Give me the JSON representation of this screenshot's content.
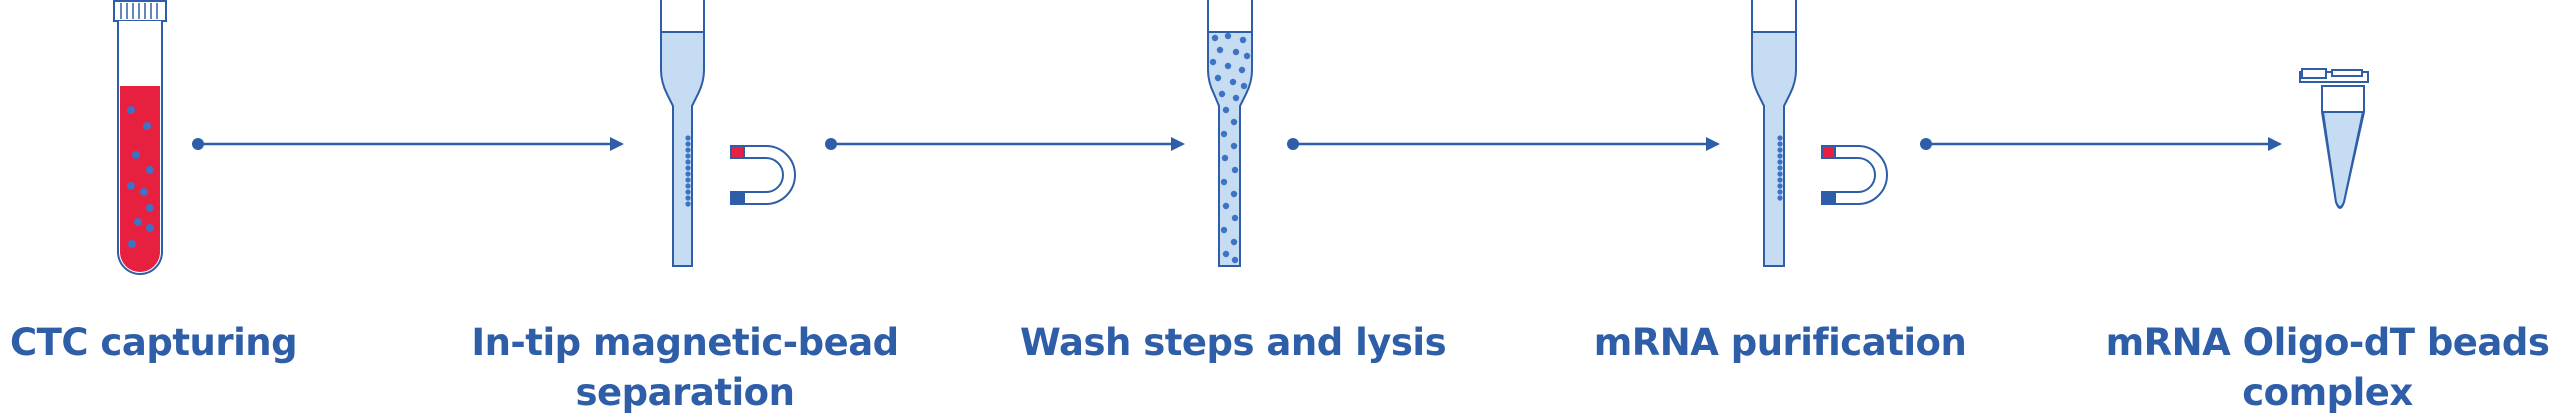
{
  "colors": {
    "accent_blue": "#2e5ea8",
    "tube_fill": "#c5dcf2",
    "blood_red": "#e8203f",
    "bead_blue": "#3d72c4",
    "magnet_red": "#e8203f",
    "magnet_blue": "#2e5ea8"
  },
  "steps": [
    {
      "label": "CTC capturing",
      "icon": "blood-tube-icon"
    },
    {
      "label": "In-tip magnetic-bead\nseparation",
      "icon": "pipette-tip-magnet-icon"
    },
    {
      "label": "Wash steps and lysis",
      "icon": "pipette-tip-beads-icon"
    },
    {
      "label": "mRNA purification",
      "icon": "pipette-tip-magnet-icon"
    },
    {
      "label": "mRNA Oligo-dT beads\ncomplex",
      "icon": "microcentrifuge-tube-icon"
    }
  ]
}
